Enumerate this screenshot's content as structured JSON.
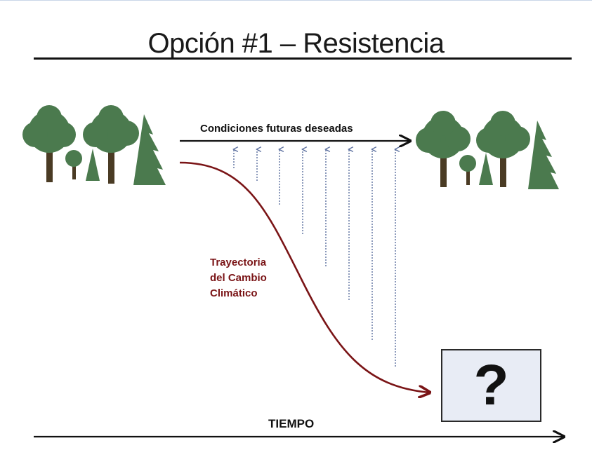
{
  "title": "Opción #1 – Resistencia",
  "labels": {
    "desired_conditions": "Condiciones futuras deseadas",
    "trajectory_line1": "Trayectoria",
    "trajectory_line2": "del Cambio",
    "trajectory_line3": "Climático",
    "time_axis": "TIEMPO",
    "unknown_outcome": "?"
  },
  "colors": {
    "tree_green": "#4b7a4e",
    "trunk": "#4a3b24",
    "trajectory": "#7a1416",
    "upward_arrows": "#5a6e9e",
    "question_box_fill": "#e8ecf5"
  },
  "icons": [
    "deciduous-tree-icon",
    "conifer-tree-icon"
  ]
}
